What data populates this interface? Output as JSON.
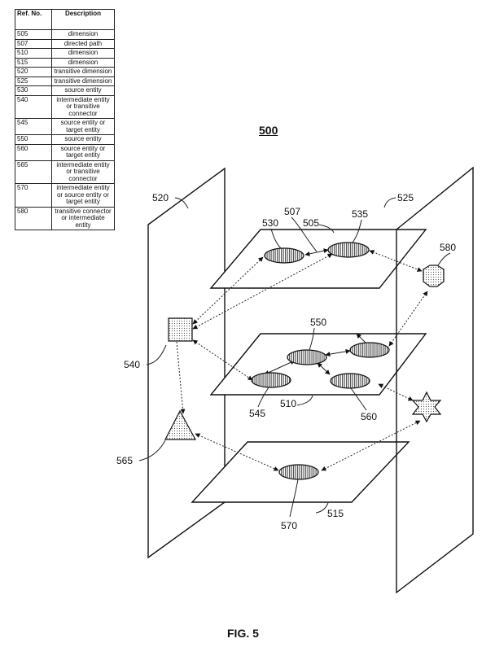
{
  "table": {
    "headers": {
      "ref": "Ref. No.",
      "desc": "Description"
    },
    "rows": [
      {
        "ref": "505",
        "desc": "dimension"
      },
      {
        "ref": "507",
        "desc": "directed path"
      },
      {
        "ref": "510",
        "desc": "dimension"
      },
      {
        "ref": "515",
        "desc": "dimension"
      },
      {
        "ref": "520",
        "desc": "transitive dimension"
      },
      {
        "ref": "525",
        "desc": "transitive dimension"
      },
      {
        "ref": "530",
        "desc": "source entity"
      },
      {
        "ref": "540",
        "desc": "intermediate entity or transitive connector"
      },
      {
        "ref": "545",
        "desc": "source entity or target entity"
      },
      {
        "ref": "550",
        "desc": "source entity"
      },
      {
        "ref": "560",
        "desc": "source entity or target entity"
      },
      {
        "ref": "565",
        "desc": "intermediate entity or transitive connector"
      },
      {
        "ref": "570",
        "desc": "intermediate entity or source entity or target entity"
      },
      {
        "ref": "580",
        "desc": "transitive connector or intermediate entity"
      }
    ]
  },
  "figure_number": "500",
  "caption": "FIG. 5",
  "labels": {
    "l505": "505",
    "l507": "507",
    "l510": "510",
    "l515": "515",
    "l520": "520",
    "l525": "525",
    "l530": "530",
    "l535": "535",
    "l540": "540",
    "l545": "545",
    "l550": "550",
    "l560": "560",
    "l565": "565",
    "l570": "570",
    "l580": "580"
  }
}
